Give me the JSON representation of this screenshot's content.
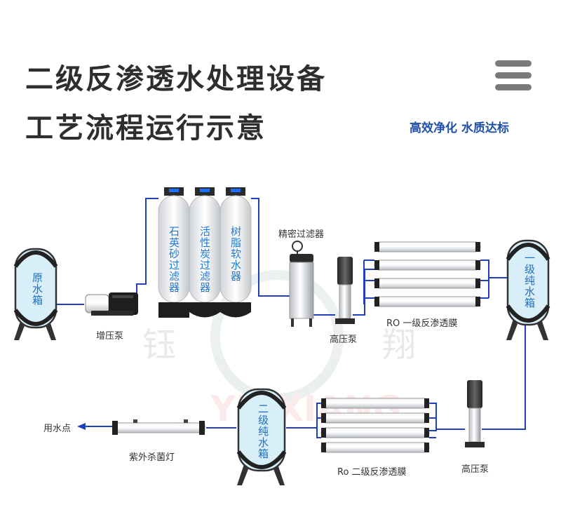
{
  "title_line1": "二级反渗透水处理设备",
  "title_line2": "工艺流程运行示意",
  "slogan": "高效净化 水质达标",
  "colors": {
    "pipe": "#1f3fbf",
    "label_blue": "#1f6fc2",
    "tank_fill": "#d8eef9",
    "title": "#2e2e2e"
  },
  "watermark": {
    "chars": [
      "钰",
      "翔"
    ],
    "latin": "YU XIANG"
  },
  "components": {
    "raw_tank": "原水箱",
    "booster_pump": "增压泵",
    "quartz_filter": "石英砂过滤器",
    "carbon_filter": "活性炭过滤器",
    "softener": "树脂软水器",
    "precision_filter": "精密过滤器",
    "high_pressure_pump_1": "高压泵",
    "ro_stage1": "RO 一级反渗透膜",
    "primary_tank": "一级纯水箱",
    "high_pressure_pump_2": "高压泵",
    "ro_stage2": "Ro 二级反渗透膜",
    "secondary_tank": "二级纯水箱",
    "uv_sterilizer": "紫外杀菌灯",
    "outlet": "用水点"
  }
}
